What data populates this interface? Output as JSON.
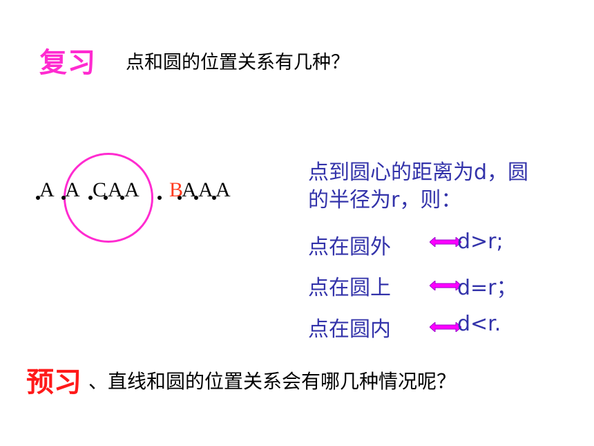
{
  "review": {
    "label": "复习",
    "question": "点和圆的位置关系有几种？"
  },
  "points": {
    "outside_left": "A",
    "on_left": "A",
    "inside_c": "C",
    "inside_a1": "A",
    "inside_a2": "A",
    "outside_b": "B",
    "outside_a1": "A",
    "outside_a2": "A",
    "outside_a3": "A"
  },
  "explanation": {
    "line1": "点到圆心的距离为d，圆",
    "line2": "的半径为r，则："
  },
  "relations": [
    {
      "label": "点在圆外",
      "formula": "d>r;"
    },
    {
      "label": "点在圆上",
      "formula": "d=r；"
    },
    {
      "label": "点在圆内",
      "formula": "d<r."
    }
  ],
  "preview": {
    "label": "预习",
    "question": "、直线和圆的位置关系会有哪几种情况呢？"
  },
  "colors": {
    "review": "#ff2bd0",
    "preview": "#ff1a1a",
    "circle": "#ff2bd0",
    "blue_text": "#3333aa",
    "point_b": "#ff3b1f",
    "arrow": "#ff00ff"
  }
}
